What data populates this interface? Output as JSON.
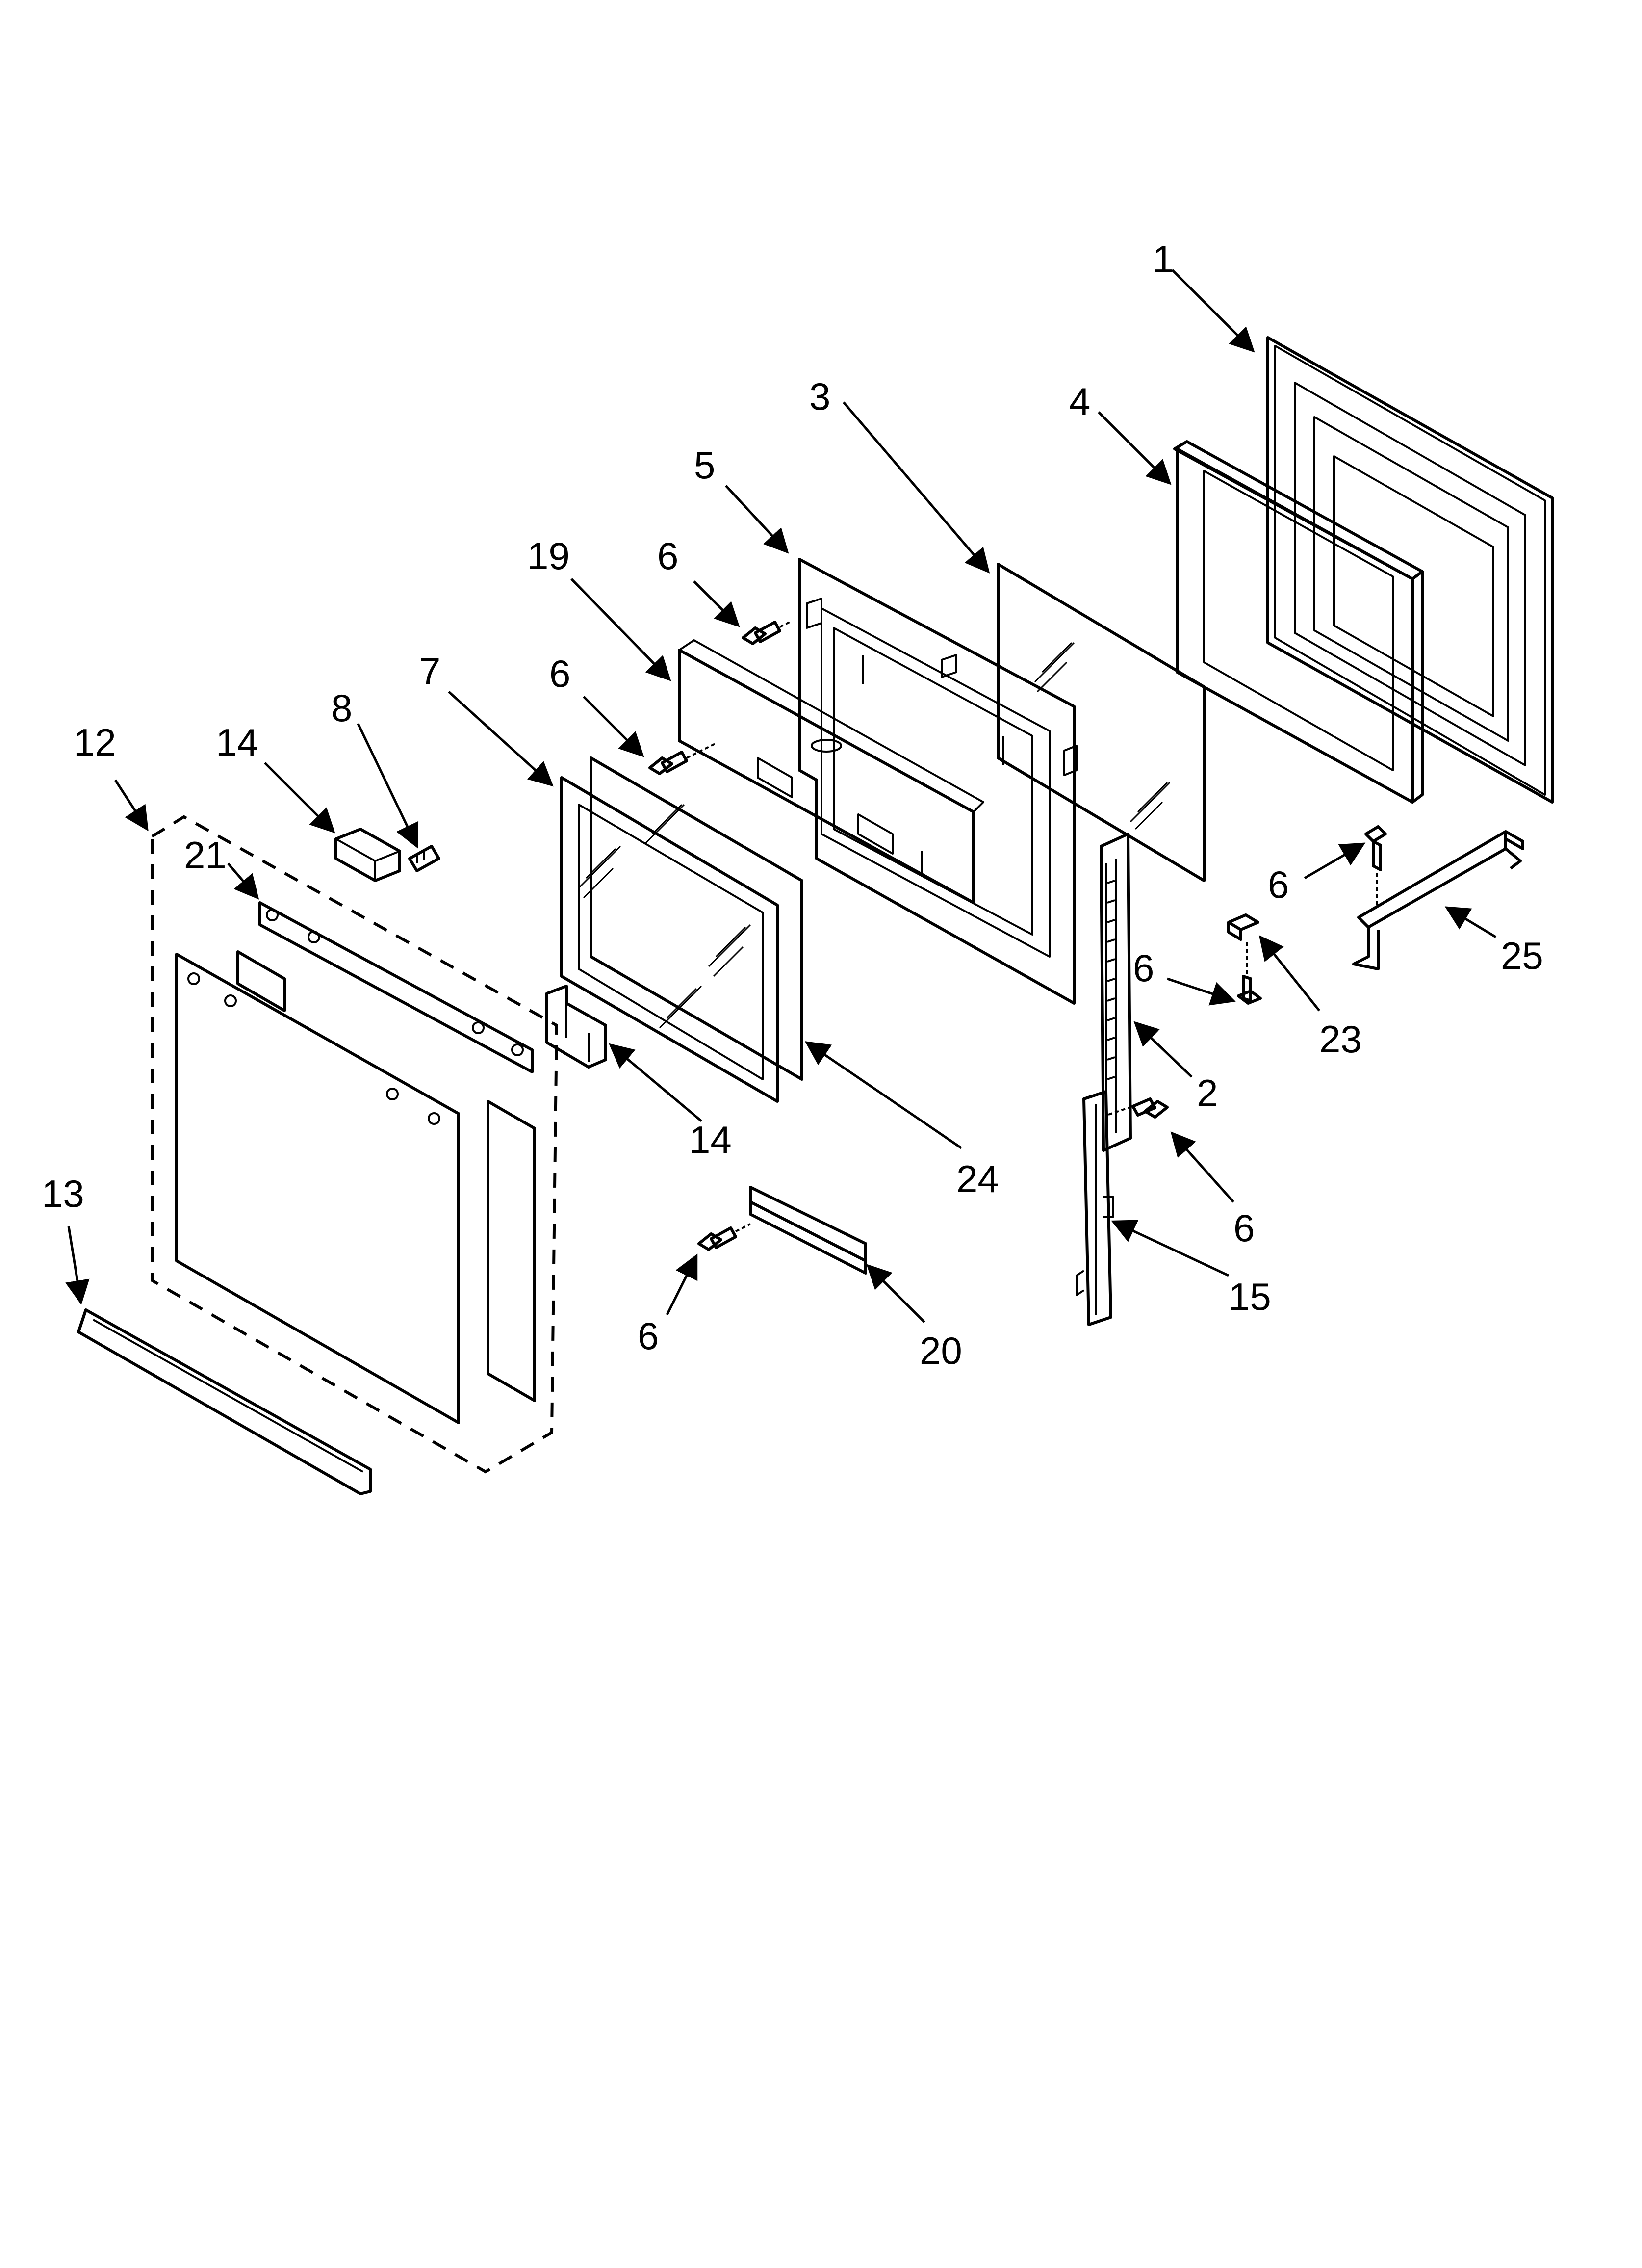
{
  "diagram": {
    "callouts": [
      {
        "id": "c1",
        "label": "1"
      },
      {
        "id": "c3",
        "label": "3"
      },
      {
        "id": "c4",
        "label": "4"
      },
      {
        "id": "c5",
        "label": "5"
      },
      {
        "id": "c19",
        "label": "19"
      },
      {
        "id": "c6a",
        "label": "6"
      },
      {
        "id": "c7",
        "label": "7"
      },
      {
        "id": "c6b",
        "label": "6"
      },
      {
        "id": "c8",
        "label": "8"
      },
      {
        "id": "c12",
        "label": "12"
      },
      {
        "id": "c14a",
        "label": "14"
      },
      {
        "id": "c21",
        "label": "21"
      },
      {
        "id": "c6c",
        "label": "6"
      },
      {
        "id": "c25",
        "label": "25"
      },
      {
        "id": "c6d",
        "label": "6"
      },
      {
        "id": "c23",
        "label": "23"
      },
      {
        "id": "c2",
        "label": "2"
      },
      {
        "id": "c14b",
        "label": "14"
      },
      {
        "id": "c24",
        "label": "24"
      },
      {
        "id": "c6e",
        "label": "6"
      },
      {
        "id": "c15",
        "label": "15"
      },
      {
        "id": "c13",
        "label": "13"
      },
      {
        "id": "c6f",
        "label": "6"
      },
      {
        "id": "c20",
        "label": "20"
      }
    ]
  }
}
